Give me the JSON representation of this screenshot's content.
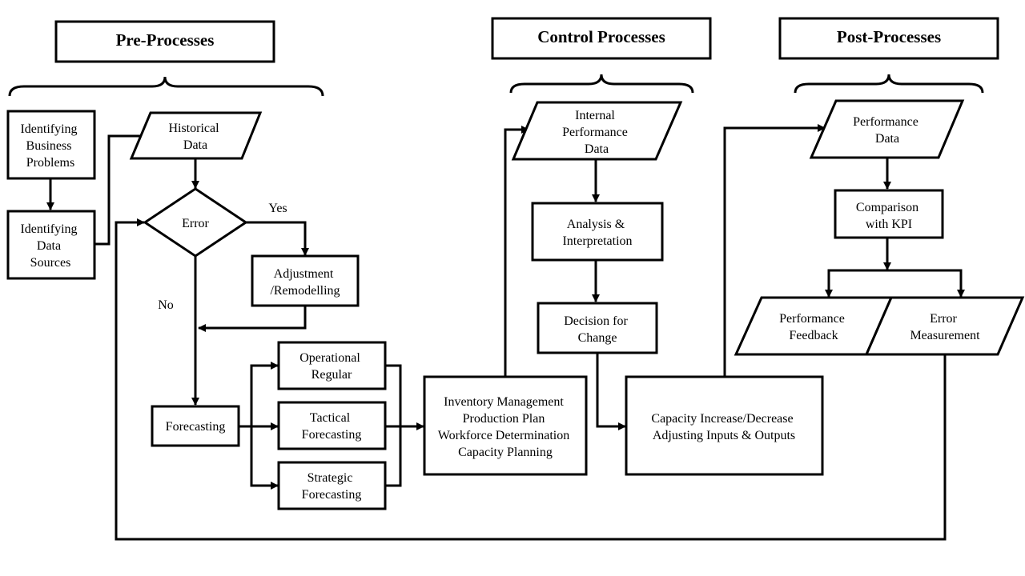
{
  "headers": {
    "pre": "Pre-Processes",
    "control": "Control Processes",
    "post": "Post-Processes"
  },
  "nodes": {
    "identifying_problems": [
      "Identifying",
      "Business",
      "Problems"
    ],
    "identifying_sources": [
      "Identifying",
      "Data",
      "Sources"
    ],
    "historical_data": [
      "Historical",
      "Data"
    ],
    "error": [
      "Error"
    ],
    "adjustment": [
      "Adjustment",
      "/Remodelling"
    ],
    "forecasting": [
      "Forecasting"
    ],
    "operational": [
      "Operational",
      "Regular"
    ],
    "tactical": [
      "Tactical",
      "Forecasting"
    ],
    "strategic": [
      "Strategic",
      "Forecasting"
    ],
    "inventory": [
      "Inventory Management",
      "Production Plan",
      "Workforce Determination",
      "Capacity Planning"
    ],
    "internal_perf": [
      "Internal",
      "Performance",
      "Data"
    ],
    "analysis": [
      "Analysis &",
      "Interpretation"
    ],
    "decision": [
      "Decision for",
      "Change"
    ],
    "capacity": [
      "Capacity Increase/Decrease",
      "Adjusting Inputs & Outputs"
    ],
    "performance_data": [
      "Performance",
      "Data"
    ],
    "comparison": [
      "Comparison",
      "with KPI"
    ],
    "perf_feedback": [
      "Performance",
      "Feedback"
    ],
    "error_measurement": [
      "Error",
      "Measurement"
    ]
  },
  "labels": {
    "yes": "Yes",
    "no": "No"
  }
}
